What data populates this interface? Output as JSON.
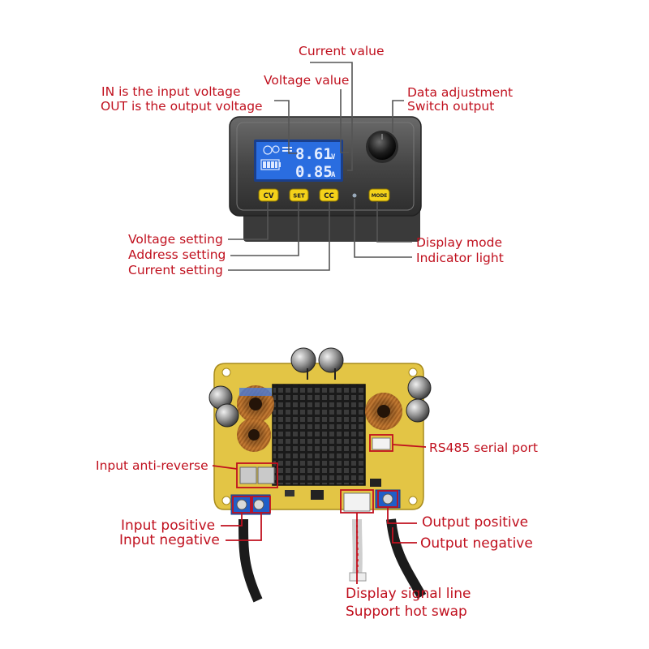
{
  "display_module": {
    "lcd": {
      "voltage_reading": "8.61",
      "voltage_unit": "V",
      "current_reading": "0.85",
      "current_unit": "A"
    },
    "buttons": {
      "cv": "CV",
      "set": "SET",
      "cc": "CC",
      "mode": "MODE"
    },
    "labels": {
      "current_value": "Current value",
      "voltage_value": "Voltage value",
      "in_voltage": "IN is the input voltage",
      "out_voltage": "OUT is the output voltage",
      "data_adjustment": "Data adjustment",
      "switch_output": "Switch output",
      "voltage_setting": "Voltage setting",
      "address_setting": "Address setting",
      "current_setting": "Current setting",
      "display_mode": "Display mode",
      "indicator_light": "Indicator light"
    }
  },
  "circuit_board": {
    "labels": {
      "rs485": "RS485 serial port",
      "input_anti_reverse": "Input anti-reverse",
      "input_positive": "Input positive",
      "input_negative": "Input negative",
      "output_positive": "Output positive",
      "output_negative": "Output negative",
      "display_signal_line": "Display signal line",
      "support_hot_swap": "Support hot swap"
    }
  },
  "colors": {
    "label": "#c0101e",
    "leader_line": "#555555",
    "housing": "#4a4a4a",
    "lcd_background": "#2a6de0",
    "button_yellow": "#f4d21a",
    "pcb_yellow": "#e3c545",
    "heatsink": "#2e2e2e",
    "terminal_blue": "#1f5ec9"
  }
}
